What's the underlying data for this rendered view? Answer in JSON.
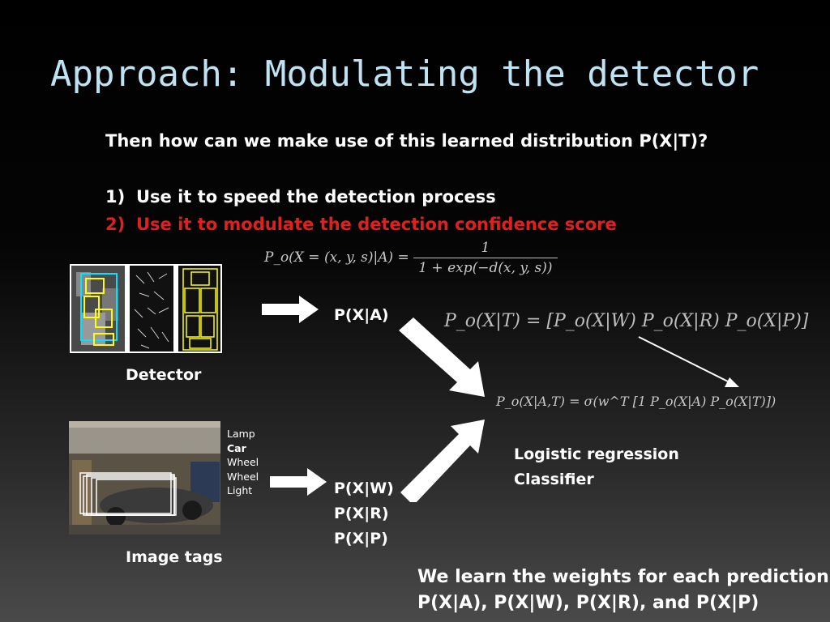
{
  "slide": {
    "title": "Approach: Modulating the detector",
    "question": "Then how can we make use of this learned distribution P(X|T)?",
    "items": [
      {
        "num": "1)",
        "text": "Use it to speed the detection process",
        "color": "#ffffff"
      },
      {
        "num": "2)",
        "text": "Use it to modulate the detection confidence score",
        "color": "#e02020"
      }
    ],
    "formula_sigmoid": {
      "lhs": "P_o(X = (x, y, s)|A) =",
      "numerator": "1",
      "denominator": "1 + exp(−d(x, y, s))"
    },
    "formula_tags": "P_o(X|T) = [P_o(X|W) P_o(X|R) P_o(X|P)]",
    "formula_logistic": "P_o(X|A,T) = σ(w^T [1  P_o(X|A)  P_o(X|T)])",
    "detector_label": "Detector",
    "image_tags_label": "Image tags",
    "pxa_label": "P(X|A)",
    "tag_words": [
      "Lamp",
      "Car",
      "Wheel",
      "Wheel",
      "Light"
    ],
    "tag_probs": [
      "P(X|W)",
      "P(X|R)",
      "P(X|P)"
    ],
    "classifier_label_line1": "Logistic regression",
    "classifier_label_line2": "Classifier",
    "bottom_line1": "We learn the weights for each prediction,",
    "bottom_line2": "P(X|A), P(X|W), P(X|R), and P(X|P)"
  },
  "colors": {
    "title": "#bfe3f2",
    "highlight": "#e02020",
    "detector_box_cyan": "#00e5ff",
    "detector_box_yellow": "#ffff00"
  }
}
